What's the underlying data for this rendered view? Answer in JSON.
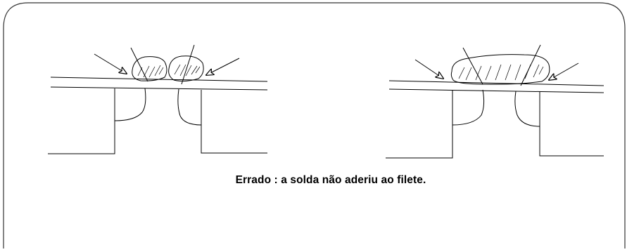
{
  "diagram": {
    "caption": "Errado : a solda não aderiu ao filete.",
    "panels": [
      {
        "id": "left",
        "solder_shape": "two separate blobs",
        "arrows": 2
      },
      {
        "id": "right",
        "solder_shape": "one elongated blob",
        "arrows": 2
      }
    ],
    "colors": {
      "line": "#000000",
      "background": "#ffffff",
      "frame": "#333333"
    }
  }
}
